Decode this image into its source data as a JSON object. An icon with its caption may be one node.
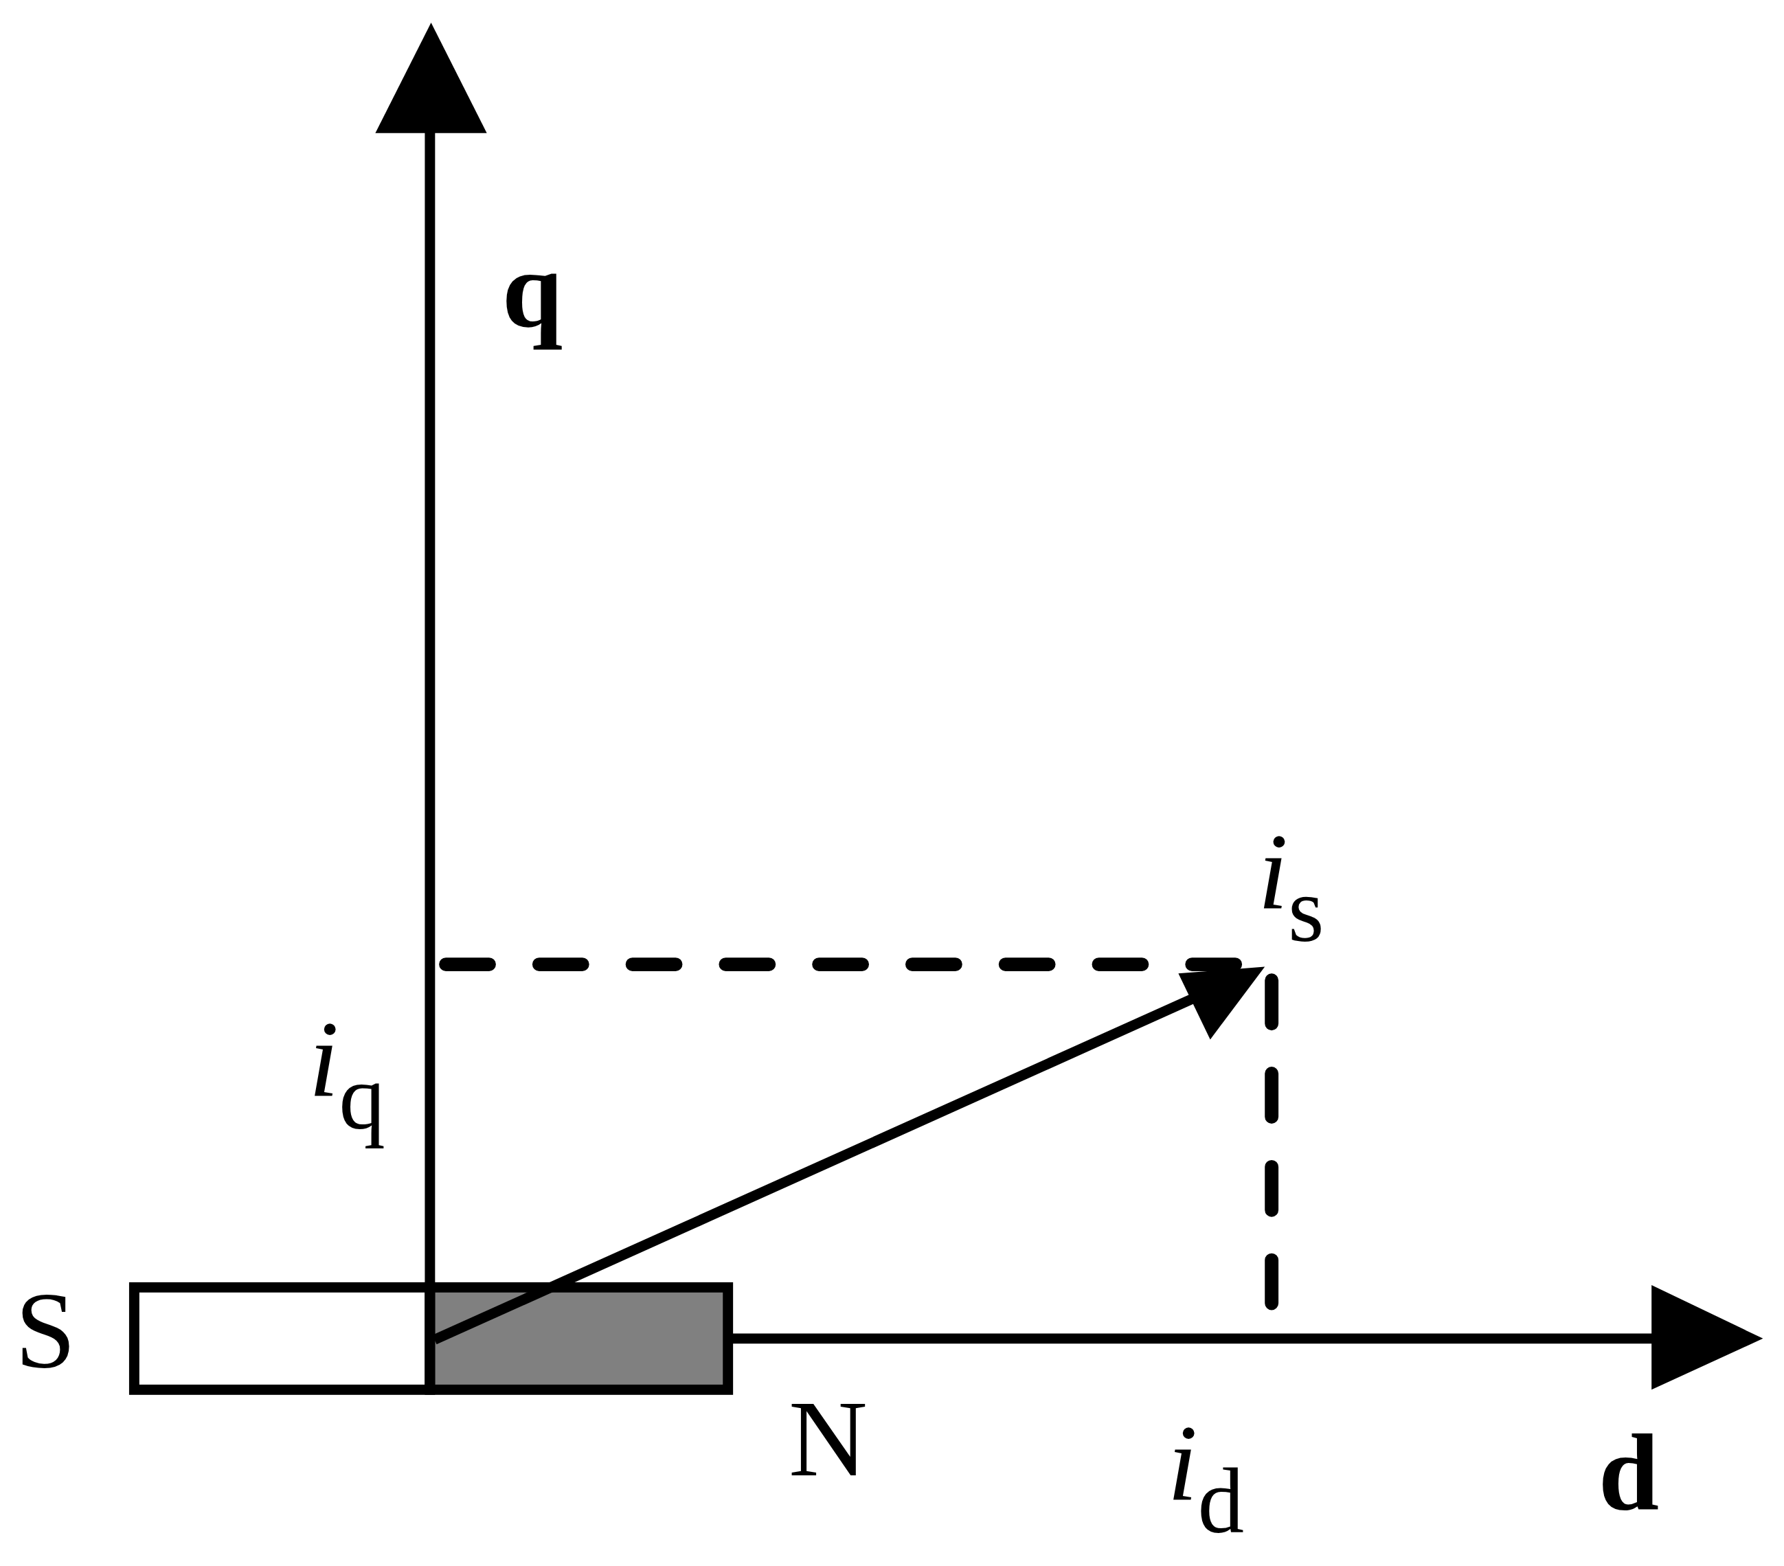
{
  "diagram": {
    "labels": [
      "q",
      "*i*$_{s}$",
      "*i*$_{q}$",
      "S",
      "N",
      "*i*$_{d}$",
      "d"
    ]
  }
}
